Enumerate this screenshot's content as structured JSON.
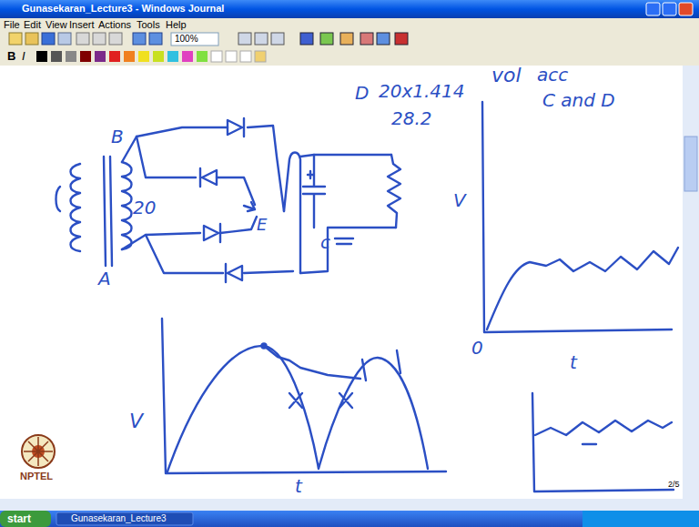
{
  "diagram": {
    "title": "Gunasekaran_Lecture3 - Windows Journal",
    "labels": [
      "File",
      "Edit",
      "View",
      "Insert",
      "Actions",
      "Tools",
      "Help",
      "100%",
      "B",
      "I",
      "B",
      "20",
      "A",
      "E",
      "D",
      "20x1.414",
      "28.2",
      "vol",
      "acc",
      "C and D",
      "V",
      "0",
      "t",
      "c",
      "V",
      "t",
      "NPTEL",
      "2/5",
      "start",
      "Gunasekaran_Lecture3"
    ]
  }
}
